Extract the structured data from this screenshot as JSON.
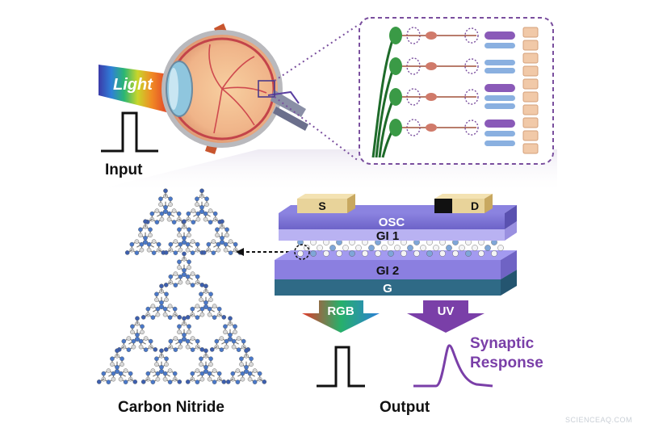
{
  "labels": {
    "light": "Light",
    "input": "Input",
    "output": "Output",
    "carbon_nitride": "Carbon Nitride",
    "synaptic_line1": "Synaptic",
    "synaptic_line2": "Response",
    "rgb": "RGB",
    "uv": "UV",
    "source": "S",
    "drain": "D",
    "osc": "OSC",
    "gi1": "GI 1",
    "gi2": "GI 2",
    "gate": "G"
  },
  "watermark": "SCIENCEAQ.COM",
  "colors": {
    "accent_purple": "#7a3fa8",
    "dashed_border": "#7a4f9e",
    "osc_layer": "#6f66c9",
    "gi2_layer": "#8b7fe0",
    "gate_layer": "#2f6a86",
    "electrode_gold": "#e8d39a",
    "neuron_green": "#2f8a3a"
  }
}
